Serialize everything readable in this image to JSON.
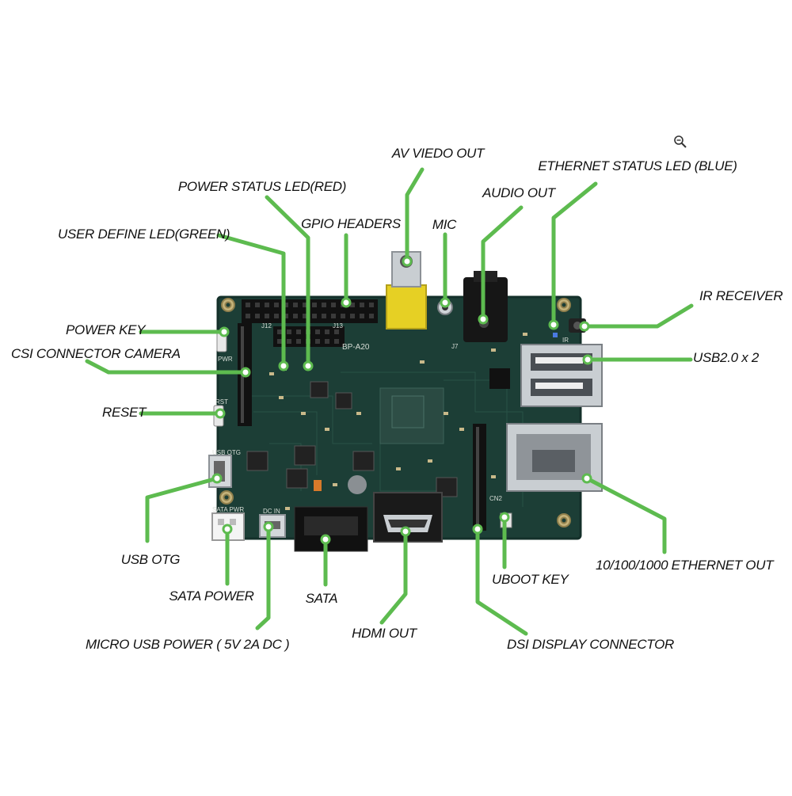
{
  "board": {
    "model": "BP-A20",
    "silk": {
      "pwr": "PWR",
      "rst": "RST",
      "usb_otg": "USB OTG",
      "sata_pwr": "SATA PWR",
      "dc_in": "DC IN",
      "ir": "IR",
      "j12": "J12",
      "j13": "J13",
      "cn2": "CN2",
      "j7": "J7"
    },
    "colors": {
      "pcb": "#1c3e36",
      "pcb_edge": "#14302a",
      "leader": "#5dbb4f",
      "av_jack": "#e6d024",
      "metal": "#c9ced2"
    }
  },
  "labels": {
    "av_video_out": "AV VIEDO OUT",
    "ethernet_status_led": "ETHERNET STATUS LED (BLUE)",
    "power_status_led": "POWER STATUS LED(RED)",
    "audio_out": "AUDIO OUT",
    "gpio_headers": "GPIO HEADERS",
    "mic": "MIC",
    "user_define_led": "USER DEFINE LED(GREEN)",
    "ir_receiver": "IR RECEIVER",
    "power_key": "POWER KEY",
    "csi_connector_camera": "CSI CONNECTOR CAMERA",
    "usb2_x2": "USB2.0 x 2",
    "reset": "RESET",
    "usb_otg": "USB OTG",
    "ethernet_out": "10/100/1000 ETHERNET OUT",
    "uboot_key": "UBOOT KEY",
    "sata_power": "SATA POWER",
    "sata": "SATA",
    "hdmi_out": "HDMI OUT",
    "micro_usb_power": "MICRO USB POWER ( 5V 2A DC )",
    "dsi_display_connector": "DSI DISPLAY CONNECTOR"
  },
  "icons": {
    "zoom": "zoom-out-icon"
  }
}
